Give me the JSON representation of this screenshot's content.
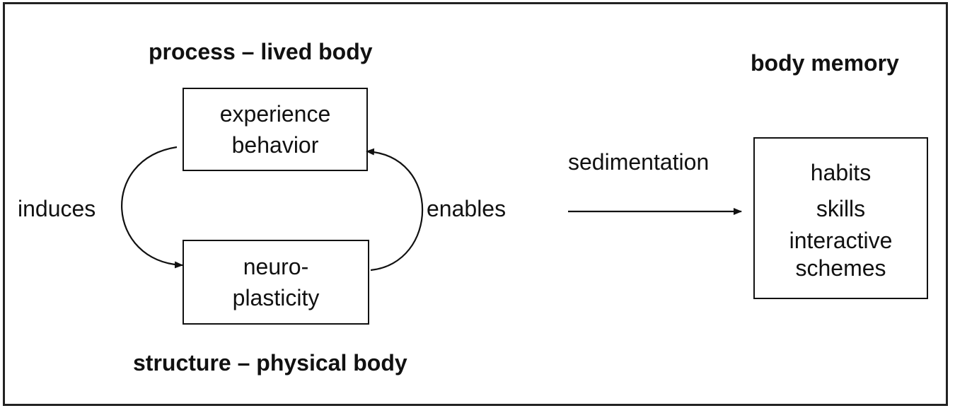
{
  "headings": {
    "process": "process – lived body",
    "structure": "structure – physical body",
    "memory": "body memory"
  },
  "boxes": {
    "top": {
      "line1": "experience",
      "line2": "behavior"
    },
    "bottom": {
      "line1": "neuro-",
      "line2": "plasticity"
    },
    "memory": {
      "line1": "habits",
      "line2": "skills",
      "line3": "interactive",
      "line4": "schemes"
    }
  },
  "labels": {
    "induces": "induces",
    "enables": "enables",
    "sedimentation": "sedimentation"
  }
}
